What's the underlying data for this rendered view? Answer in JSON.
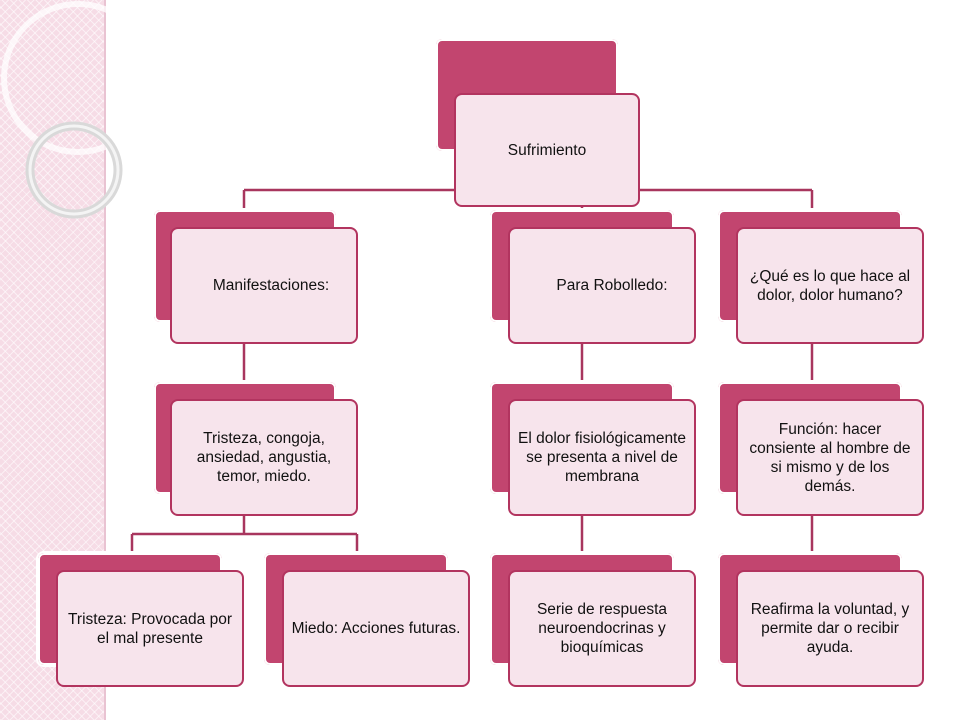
{
  "diagram": {
    "colors": {
      "back_card": "#c2456f",
      "front_card": "#f7e4ec",
      "border": "#b2345f",
      "connector": "#a8365e",
      "side_panel": "#f6dce6"
    },
    "root": {
      "label": "Sufrimiento"
    },
    "branches": [
      {
        "label": "Manifestaciones:",
        "children": [
          {
            "label": "Tristeza, congoja, ansiedad,  angustia, temor, miedo.",
            "children": [
              {
                "label": "Tristeza:  Provocada por el mal presente"
              },
              {
                "label": "Miedo: Acciones futuras."
              }
            ]
          }
        ]
      },
      {
        "label": "Para Robolledo:",
        "children": [
          {
            "label": "El dolor fisiológicamente se presenta a nivel de membrana"
          },
          {
            "label": "Serie de respuesta neuroendocrinas y bioquímicas"
          }
        ]
      },
      {
        "label": "¿Qué es lo que hace al dolor, dolor humano?",
        "children": [
          {
            "label": "Función: hacer consiente al hombre de si mismo y de los demás."
          },
          {
            "label": "Reafirma la voluntad, y permite dar o recibir ayuda."
          }
        ]
      }
    ]
  }
}
